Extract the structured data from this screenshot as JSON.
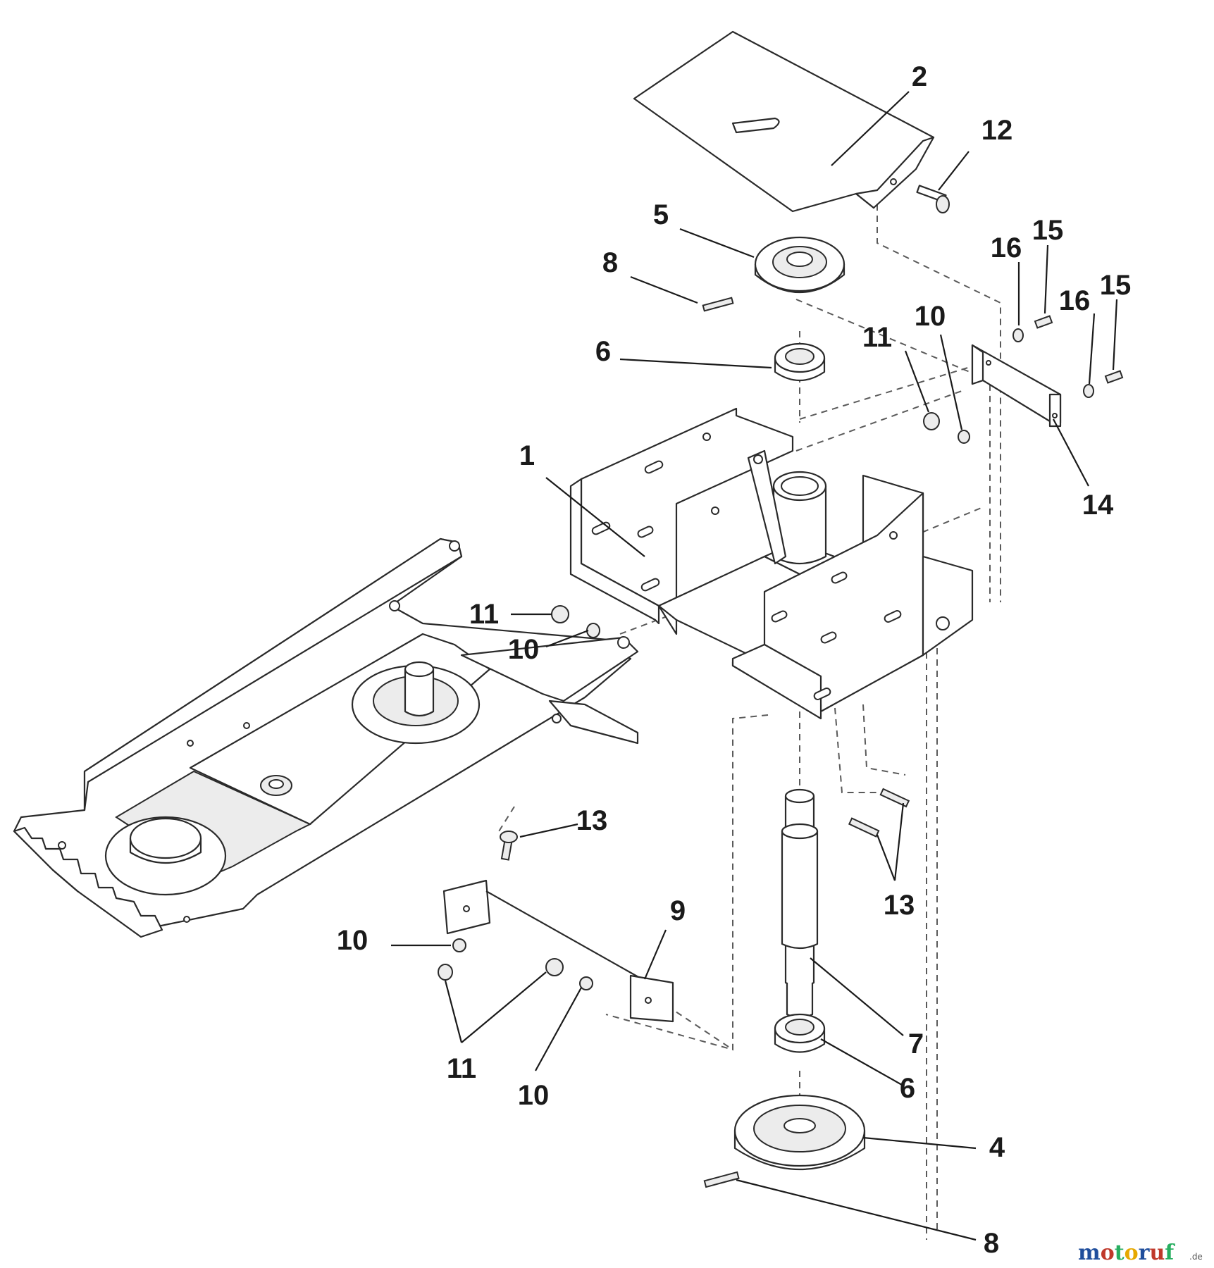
{
  "diagram": {
    "callouts": [
      "1",
      "2",
      "4",
      "5",
      "6",
      "6",
      "7",
      "8",
      "8",
      "9",
      "10",
      "10",
      "10",
      "10",
      "11",
      "11",
      "11",
      "12",
      "13",
      "13",
      "14",
      "15",
      "15",
      "16",
      "16"
    ]
  },
  "brand": {
    "logo_text": "motoruf",
    "logo_suffix": ".de",
    "colors": {
      "m": "#1f4e9c",
      "o1": "#c0392b",
      "t": "#27ae60",
      "o2": "#e6a800",
      "r": "#1f4e9c",
      "u": "#c0392b",
      "f": "#27ae60"
    }
  }
}
